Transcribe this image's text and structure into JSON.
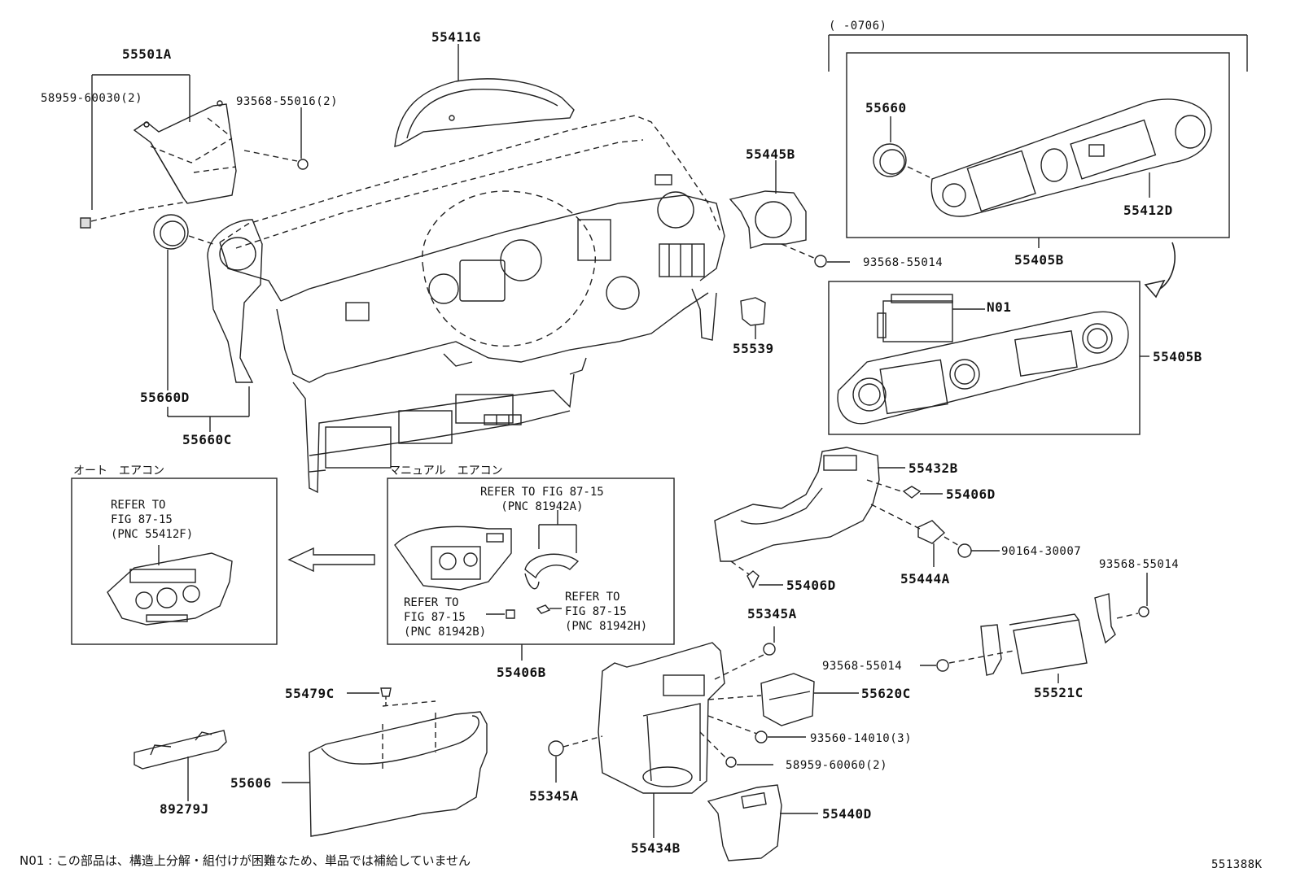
{
  "labels": {
    "p55501A": "55501A",
    "p58959_60030": "58959-60030(2)",
    "p93568_55016": "93568-55016(2)",
    "p55411G": "55411G",
    "p55445B": "55445B",
    "p93568_55014_a": "93568-55014",
    "p55539": "55539",
    "p55660D": "55660D",
    "p55660C": "55660C",
    "range": "(    -0706)",
    "p55660": "55660",
    "p55412D": "55412D",
    "p55405B_a": "55405B",
    "N01": "N01",
    "p55405B_b": "55405B",
    "p55432B": "55432B",
    "p55406D_a": "55406D",
    "p90164_30007": "90164-30007",
    "p55444A": "55444A",
    "p55406D_b": "55406D",
    "p93568_55014_b": "93568-55014",
    "p55345A_a": "55345A",
    "p93568_55014_c": "93568-55014",
    "p55620C": "55620C",
    "p55521C": "55521C",
    "p93560_14010": "93560-14010(3)",
    "p58959_60060": "58959-60060(2)",
    "p55345A_b": "55345A",
    "p55434B": "55434B",
    "p55440D": "55440D",
    "p55479C": "55479C",
    "p55606": "55606",
    "p89279J": "89279J",
    "p55406B": "55406B"
  },
  "sections": {
    "auto_ac": "オート　エアコン",
    "manual_ac": "マニュアル　エアコン"
  },
  "refs": {
    "auto_ref": "REFER TO\nFIG 87-15\n(PNC 55412F)",
    "manual_ref_a": "REFER TO FIG 87-15\n   (PNC 81942A)",
    "manual_ref_b": "REFER TO\nFIG 87-15\n(PNC 81942B)",
    "manual_ref_h": "REFER TO\nFIG 87-15\n(PNC 81942H)"
  },
  "footnote": "N01 : この部品は、構造上分解・組付けが困難なため、単品では補給していません",
  "diagram_id": "551388K"
}
